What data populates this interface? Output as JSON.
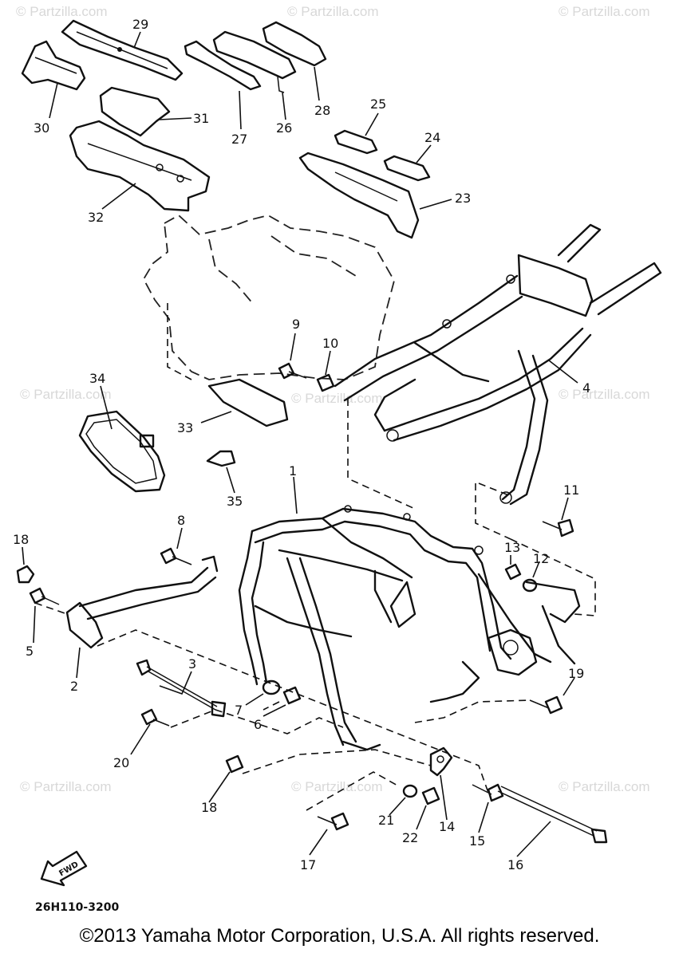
{
  "watermark": "© Partzilla.com",
  "callouts": [
    "29",
    "30",
    "31",
    "32",
    "27",
    "26",
    "28",
    "25",
    "24",
    "23",
    "9",
    "10",
    "4",
    "34",
    "33",
    "35",
    "11",
    "1",
    "8",
    "13",
    "12",
    "18",
    "5",
    "2",
    "3",
    "19",
    "7",
    "6",
    "20",
    "18",
    "21",
    "22",
    "14",
    "15",
    "16",
    "17"
  ],
  "fwd_label": "FWD",
  "diagram_code": "26H110-3200",
  "copyright": "©2013  Yamaha Motor Corporation, U.S.A. All rights reserved."
}
